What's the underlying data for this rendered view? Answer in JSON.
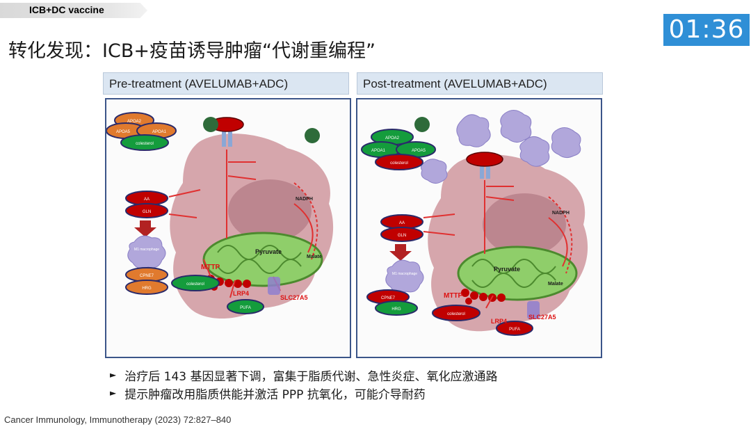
{
  "header": {
    "tag": "ICB+DC vaccine",
    "timer": "01:36"
  },
  "title": "转化发现：ICB+疫苗诱导肿瘤“代谢重编程”",
  "panels": {
    "pre": {
      "heading": "Pre-treatment (AVELUMAB+ADC)",
      "ovals": {
        "apoa2": "APOA2",
        "apoa5": "APOA5",
        "apoa1": "APOA1",
        "colesterol": "colesterol",
        "aa": "AA",
        "gln": "GLN",
        "cpne7": "CPNE7",
        "hrg": "HRG",
        "colesterol2": "colesterol",
        "pufa": "PUFA"
      },
      "labels": {
        "mttp": "MTTP",
        "lrp4": "LRP4",
        "slc27a5": "SLC27A5",
        "pyruvate": "Pyruvate",
        "malate": "Malate",
        "nadph": "NADPH",
        "m1": "M1 macrophage"
      }
    },
    "post": {
      "heading": "Post-treatment (AVELUMAB+ADC)",
      "ovals": {
        "apoa2": "APOA2",
        "apoa1": "APOA1",
        "apoa5": "APOA5",
        "colesterol": "colesterol",
        "aa": "AA",
        "gln": "GLN",
        "cpne7": "CPNE7",
        "hrg": "HRG",
        "colesterol2": "colesterol",
        "pufa": "PUFA"
      },
      "labels": {
        "mttp": "MTTP",
        "lrp4": "LRP4",
        "slc27a5": "SLC27A5",
        "pyruvate": "Pyruvate",
        "malate": "Malate",
        "nadph": "NADPH",
        "m1": "M1 macrophage"
      }
    }
  },
  "bullets": [
    "治疗后 143 基因显著下调，富集于脂质代谢、急性炎症、氧化应激通路",
    "提示肿瘤改用脂质供能并激活 PPP 抗氧化，可能介导耐药"
  ],
  "citation": "Cancer Immunology, Immunotherapy (2023) 72:827–840",
  "colors": {
    "timer_bg": "#2f8fd6",
    "panel_border": "#3b5589",
    "panel_head_bg": "#dbe6f2",
    "orange": "#e07a2e",
    "green": "#149c3c",
    "red": "#c00000",
    "tumor": "#c98a92",
    "mito": "#8fce6a"
  }
}
